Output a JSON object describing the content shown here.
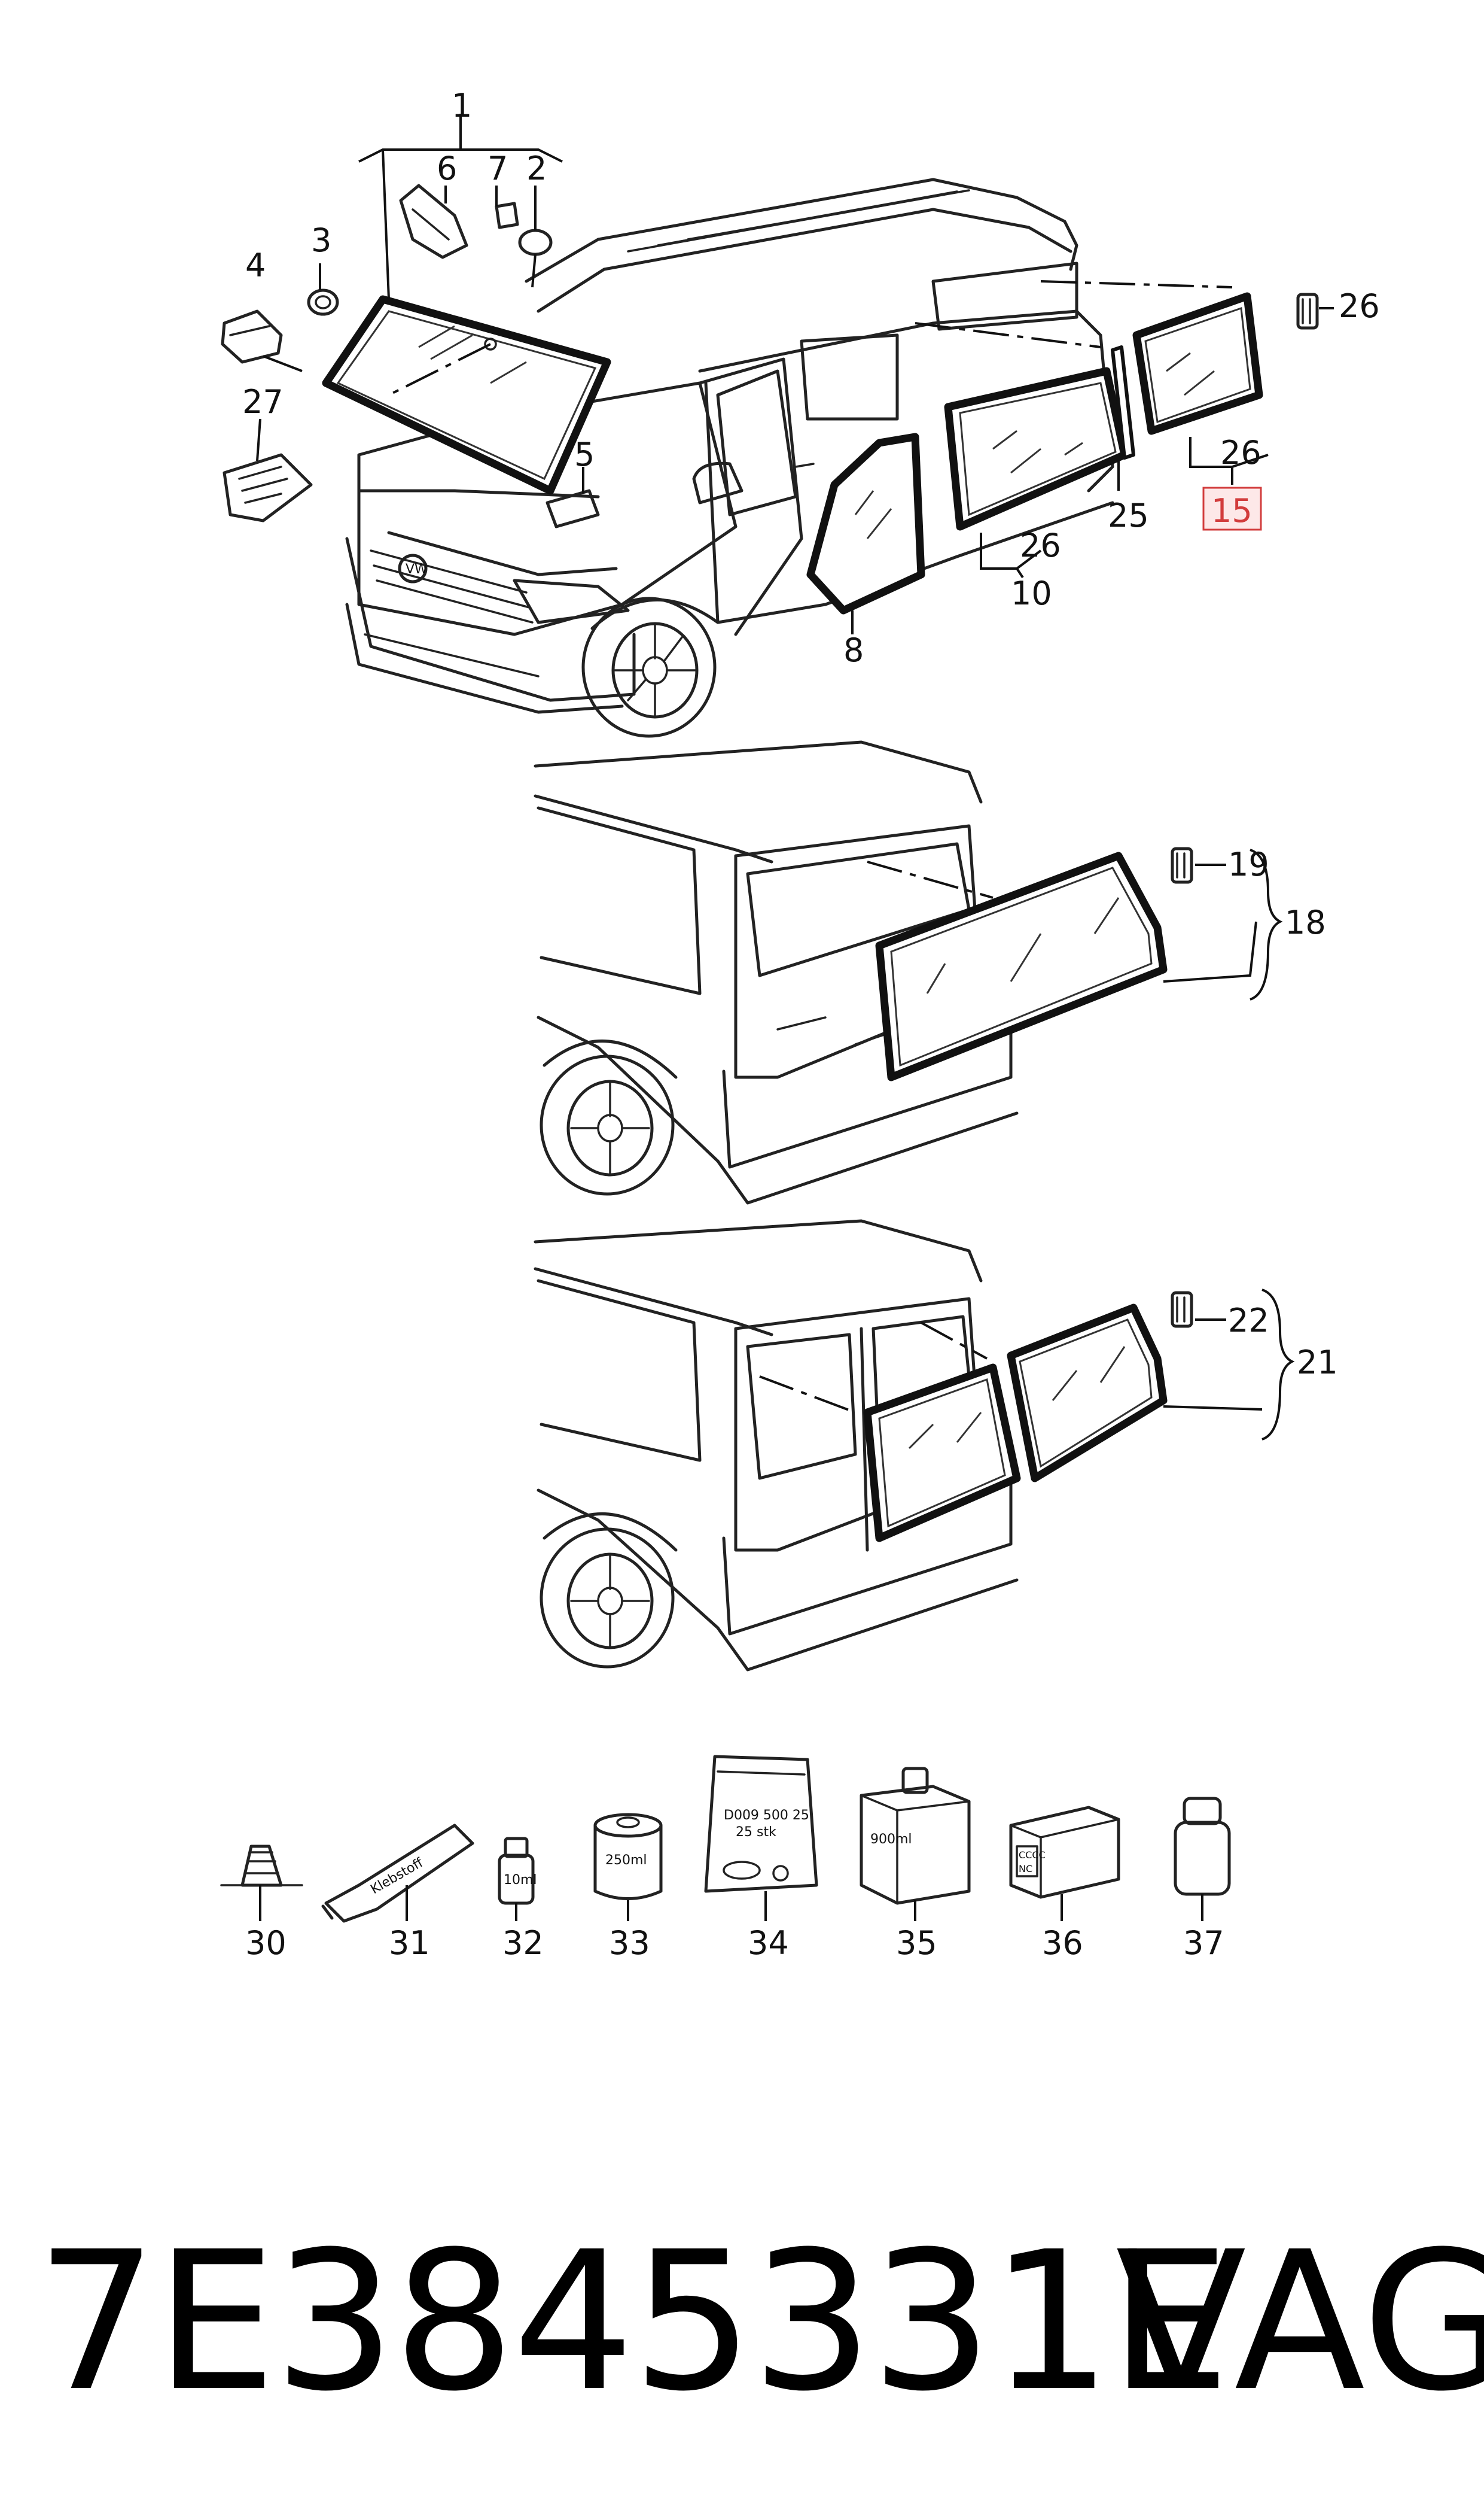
{
  "callouts": {
    "c1": "1",
    "c2": "2",
    "c3": "3",
    "c4": "4",
    "c5": "5",
    "c6": "6",
    "c7": "7",
    "c8": "8",
    "c10": "10",
    "c15": "15",
    "c18": "18",
    "c19": "19",
    "c21": "21",
    "c22": "22",
    "c25": "25",
    "c26a": "26",
    "c26b": "26",
    "c26c": "26",
    "c27": "27",
    "c30": "30",
    "c31": "31",
    "c32": "32",
    "c33": "33",
    "c34": "34",
    "c35": "35",
    "c36": "36",
    "c37": "37"
  },
  "product_labels": {
    "tube": "Klebstoff",
    "vial_10": "10ml",
    "can_250": "250ml",
    "bag_line1": "D009 500 25",
    "bag_line2": "25 stk",
    "bottle_900": "900ml",
    "box_line1": "CCCC",
    "box_line2": "NC"
  },
  "highlight": {
    "callout": "15",
    "color": "#d23c3c"
  },
  "footer": {
    "part_number": "7E3845331E",
    "brand": "VAG"
  }
}
